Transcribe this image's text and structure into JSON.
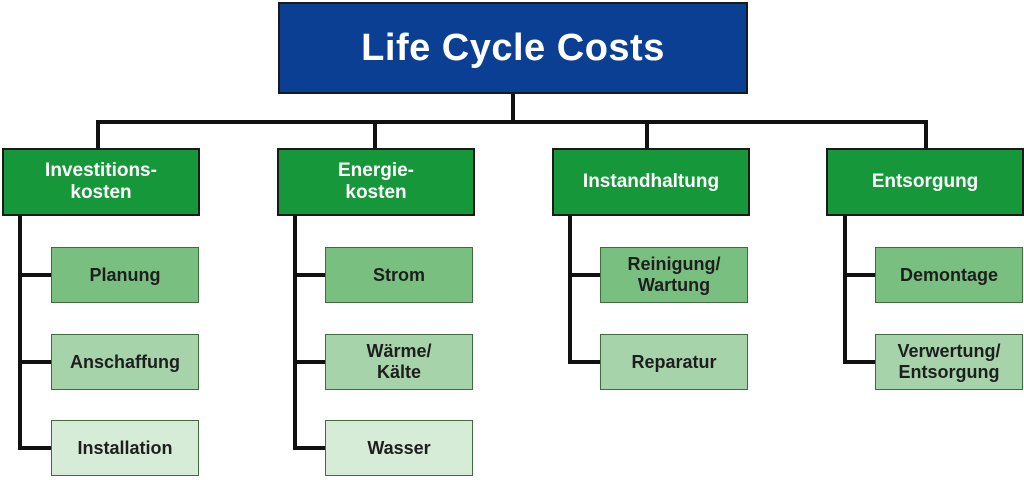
{
  "root": {
    "label": "Life Cycle Costs"
  },
  "categories": [
    {
      "label": "Investitions-\nkosten",
      "items": [
        {
          "label": "Planung"
        },
        {
          "label": "Anschaffung"
        },
        {
          "label": "Installation"
        }
      ]
    },
    {
      "label": "Energie-\nkosten",
      "items": [
        {
          "label": "Strom"
        },
        {
          "label": "Wärme/\nKälte"
        },
        {
          "label": "Wasser"
        }
      ]
    },
    {
      "label": "Instandhaltung",
      "items": [
        {
          "label": "Reinigung/\nWartung"
        },
        {
          "label": "Reparatur"
        }
      ]
    },
    {
      "label": "Entsorgung",
      "items": [
        {
          "label": "Demontage"
        },
        {
          "label": "Verwertung/\nEntsorgung"
        }
      ]
    }
  ],
  "colors": {
    "root_fill": "#0b3f94",
    "category_fill": "#16973a",
    "item_fill_level1": "#78bf80",
    "item_fill_level2": "#a6d3a9",
    "item_fill_level3": "#d6ecd6",
    "connector": "#111111"
  }
}
